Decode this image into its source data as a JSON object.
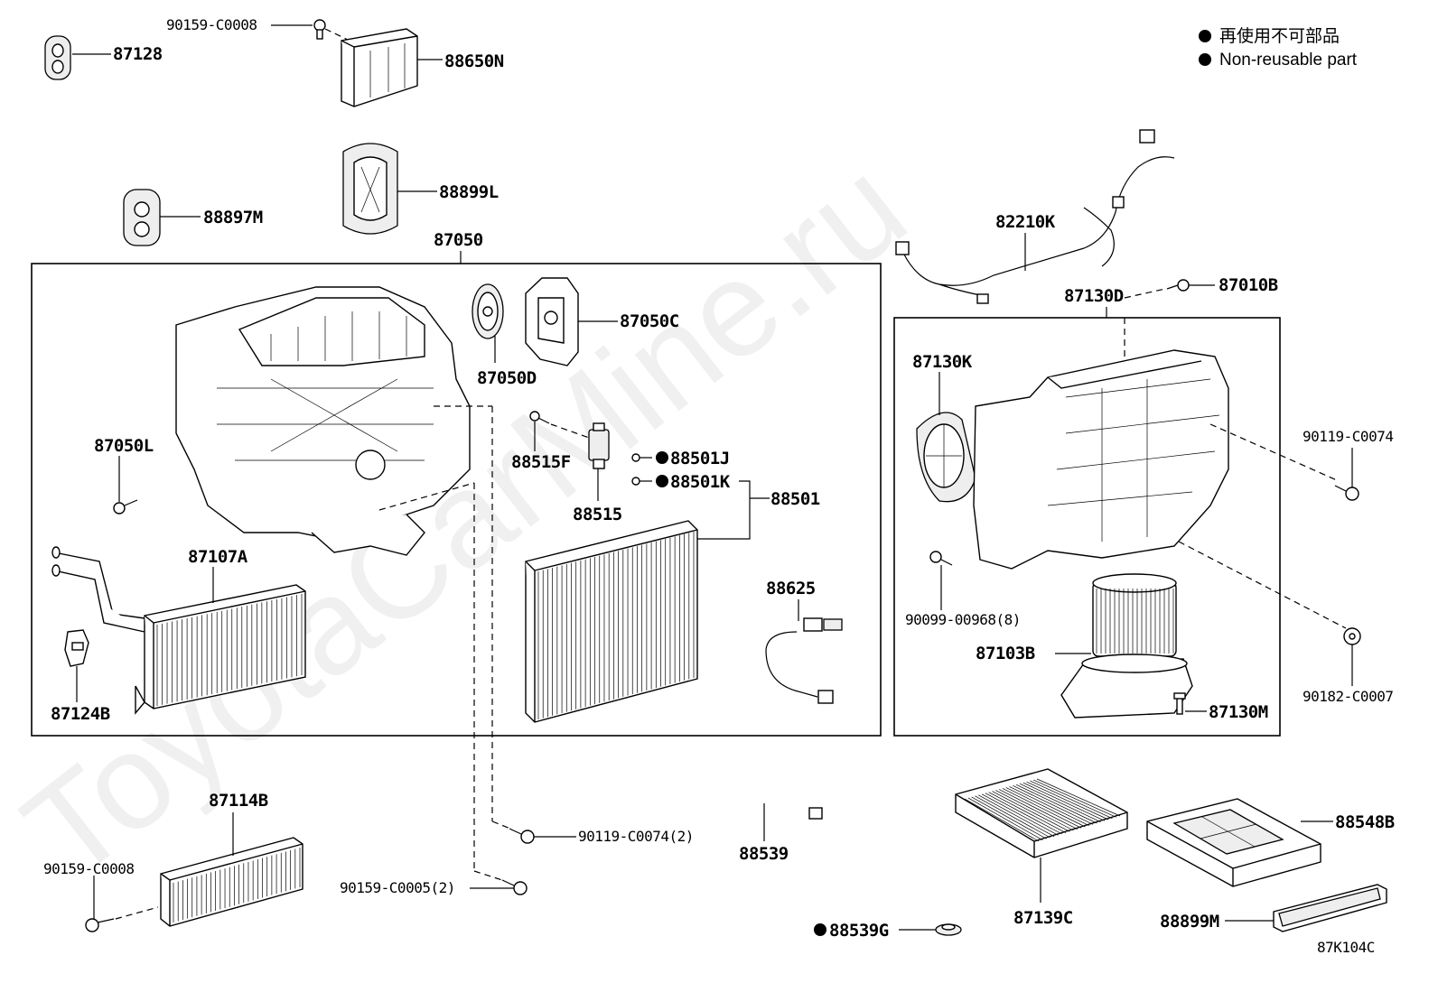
{
  "legend": {
    "line_jp": "再使用不可部品",
    "line_en": "Non-reusable part"
  },
  "watermark": "ToyotaCarMine.ru",
  "diagram_code": "87K104C",
  "groups": [
    {
      "id": "87050",
      "label": "87050"
    },
    {
      "id": "87130D",
      "label": "87130D"
    }
  ],
  "parts": [
    {
      "id": "p1",
      "label": "87128",
      "non_reusable": false
    },
    {
      "id": "p2",
      "label": "90159-C0008",
      "non_reusable": false
    },
    {
      "id": "p3",
      "label": "88650N",
      "non_reusable": false
    },
    {
      "id": "p4",
      "label": "88899L",
      "non_reusable": false
    },
    {
      "id": "p5",
      "label": "88897M",
      "non_reusable": false
    },
    {
      "id": "p6",
      "label": "87050C",
      "non_reusable": false
    },
    {
      "id": "p7",
      "label": "87050D",
      "non_reusable": false
    },
    {
      "id": "p8",
      "label": "87050L",
      "non_reusable": false
    },
    {
      "id": "p9",
      "label": "88515F",
      "non_reusable": false
    },
    {
      "id": "p10",
      "label": "88515",
      "non_reusable": false
    },
    {
      "id": "p11",
      "label": "88501J",
      "non_reusable": true
    },
    {
      "id": "p12",
      "label": "88501K",
      "non_reusable": true
    },
    {
      "id": "p13",
      "label": "88501",
      "non_reusable": false
    },
    {
      "id": "p14",
      "label": "87107A",
      "non_reusable": false
    },
    {
      "id": "p15",
      "label": "87124B",
      "non_reusable": false
    },
    {
      "id": "p16",
      "label": "88625",
      "non_reusable": false
    },
    {
      "id": "p17",
      "label": "82210K",
      "non_reusable": false
    },
    {
      "id": "p18",
      "label": "87010B",
      "non_reusable": false
    },
    {
      "id": "p19",
      "label": "87130K",
      "non_reusable": false
    },
    {
      "id": "p20",
      "label": "90119-C0074",
      "non_reusable": false
    },
    {
      "id": "p21",
      "label": "90099-00968(8)",
      "non_reusable": false
    },
    {
      "id": "p22",
      "label": "87103B",
      "non_reusable": false
    },
    {
      "id": "p23",
      "label": "90182-C0007",
      "non_reusable": false
    },
    {
      "id": "p24",
      "label": "87130M",
      "non_reusable": false
    },
    {
      "id": "p25",
      "label": "87114B",
      "non_reusable": false
    },
    {
      "id": "p26",
      "label": "90159-C0008",
      "non_reusable": false
    },
    {
      "id": "p27",
      "label": "90119-C0074(2)",
      "non_reusable": false
    },
    {
      "id": "p28",
      "label": "90159-C0005(2)",
      "non_reusable": false
    },
    {
      "id": "p29",
      "label": "88539",
      "non_reusable": false
    },
    {
      "id": "p30",
      "label": "88539G",
      "non_reusable": true
    },
    {
      "id": "p31",
      "label": "87139C",
      "non_reusable": false
    },
    {
      "id": "p32",
      "label": "88548B",
      "non_reusable": false
    },
    {
      "id": "p33",
      "label": "88899M",
      "non_reusable": false
    }
  ]
}
